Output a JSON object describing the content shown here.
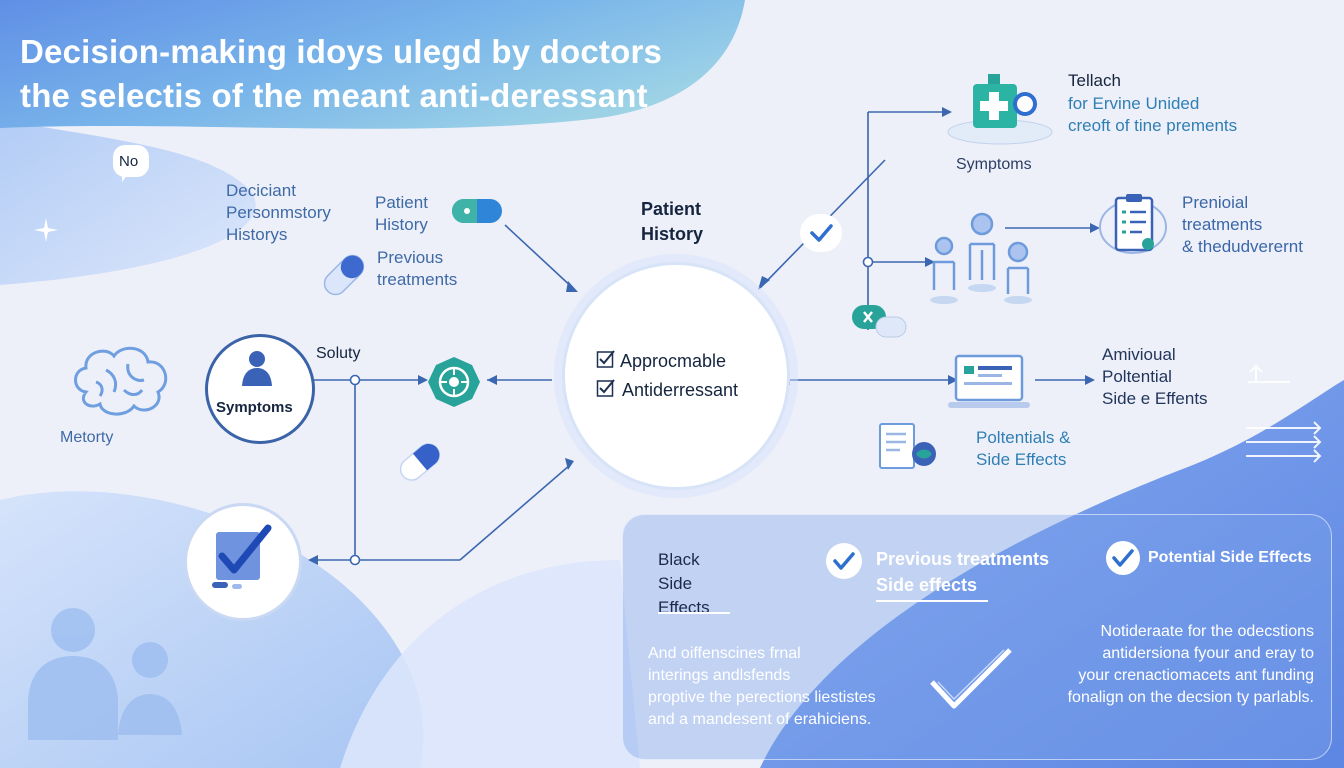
{
  "title": "Decision-making idoys ulegd by doctors\nthe selectis of the meant anti-deressant",
  "bubble_no": "No",
  "left_labels": {
    "decicient": "Deciciant\nPersonmstory\nHistorys",
    "patient_history_small": "Patient\nHistory",
    "previous_treatments": "Previous\ntreatments",
    "soluty": "Soluty",
    "symptoms": "Symptoms",
    "metorty": "Metorty"
  },
  "hub": {
    "heading": "Patient\nHistory",
    "check_1": "Approcmable",
    "check_2": "Antiderressant"
  },
  "right_labels": {
    "tellach": "Tellach",
    "tellach_desc": "for Ervine Unided\ncreoft of tine prements",
    "symptoms": "Symptoms",
    "prenioial": "Prenioial\ntreatments\n& thedudverernt",
    "amivioual": "Amivioual\nPoltential\nSide e Effents",
    "potentials": "Poltentials &\nSide Effects"
  },
  "panel": {
    "black_side": "Black\nSide\nEffects",
    "previous_side": "Previous treatments\nSide effects",
    "potential_side": "Potential Side Effects",
    "para_left": "And oiffenscines frnal\ninterings andlsfends\nproptive the perections liestistes\nand a mandesent of erahiciens.",
    "para_right": "Notideraate for the odecstions\nantidersiona fyour and eray to\nyour crenactiomacets ant funding\nfonalign on the decsion ty parlabls."
  },
  "colors": {
    "accent_blue": "#3a63a8",
    "teal": "#2aa6a0",
    "light_blue": "#cfe0fb",
    "panel_blue": "#7ea3ea"
  },
  "icons": [
    "brain-icon",
    "person-icon",
    "gear-icon",
    "capsule-icon",
    "pill-icon",
    "checkbox-icon",
    "medical-kit-icon",
    "group-icon",
    "clipboard-icon",
    "laptop-icon",
    "document-icon",
    "check-icon",
    "x-icon",
    "arrows-icon",
    "people-icon",
    "star-icon"
  ]
}
